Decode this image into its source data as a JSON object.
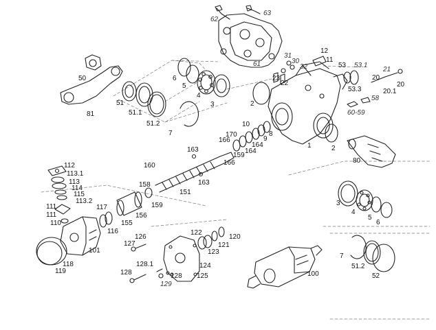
{
  "labels": {
    "p62": "62",
    "p63": "63",
    "p61": "61",
    "p12": "12",
    "p11": "11",
    "p31": "31",
    "p30": "30",
    "p32": "32",
    "p23": "23",
    "p22": "22",
    "p53": "53",
    "p53_1": "53.1",
    "p21": "21",
    "p20": "20",
    "p20_1": "20.1",
    "p53_3": "53.3",
    "p58": "58",
    "p60_59": "60-59",
    "p50": "50",
    "p81": "81",
    "p51": "51",
    "p51_1": "51.1",
    "p51_2": "51.2",
    "p7": "7",
    "p6": "6",
    "p5": "5",
    "p4": "4",
    "p3": "3",
    "p2a": "2",
    "p2b": "2",
    "p1": "1",
    "p10": "10",
    "p8": "8",
    "p9": "9",
    "p170": "170",
    "p166a": "166",
    "p164a": "164",
    "p164b": "164",
    "p159a": "159",
    "p166b": "166",
    "p163a": "163",
    "p163b": "163",
    "p160": "160",
    "p158": "158",
    "p151": "151",
    "p159b": "159",
    "p80": "80",
    "p112": "112",
    "p113_1": "113.1",
    "p113": "113",
    "p114": "114",
    "p115": "115",
    "p113_2": "113.2",
    "p111a": "111",
    "p111b": "111",
    "p110": "110",
    "p117": "117",
    "p155": "155",
    "p156": "156",
    "p116": "116",
    "p101": "101",
    "p118": "118",
    "p119": "119",
    "p126": "126",
    "p127": "127",
    "p122": "122",
    "p123": "123",
    "p121": "121",
    "p120": "120",
    "p128_1": "128.1",
    "p128a": "128",
    "p128b": "128",
    "p129": "129",
    "p124": "124",
    "p125": "125",
    "p100": "100",
    "r3": "3",
    "r4": "4",
    "r5": "5",
    "r6": "6",
    "r7": "7",
    "r51_2": "51.2",
    "r52": "52"
  }
}
